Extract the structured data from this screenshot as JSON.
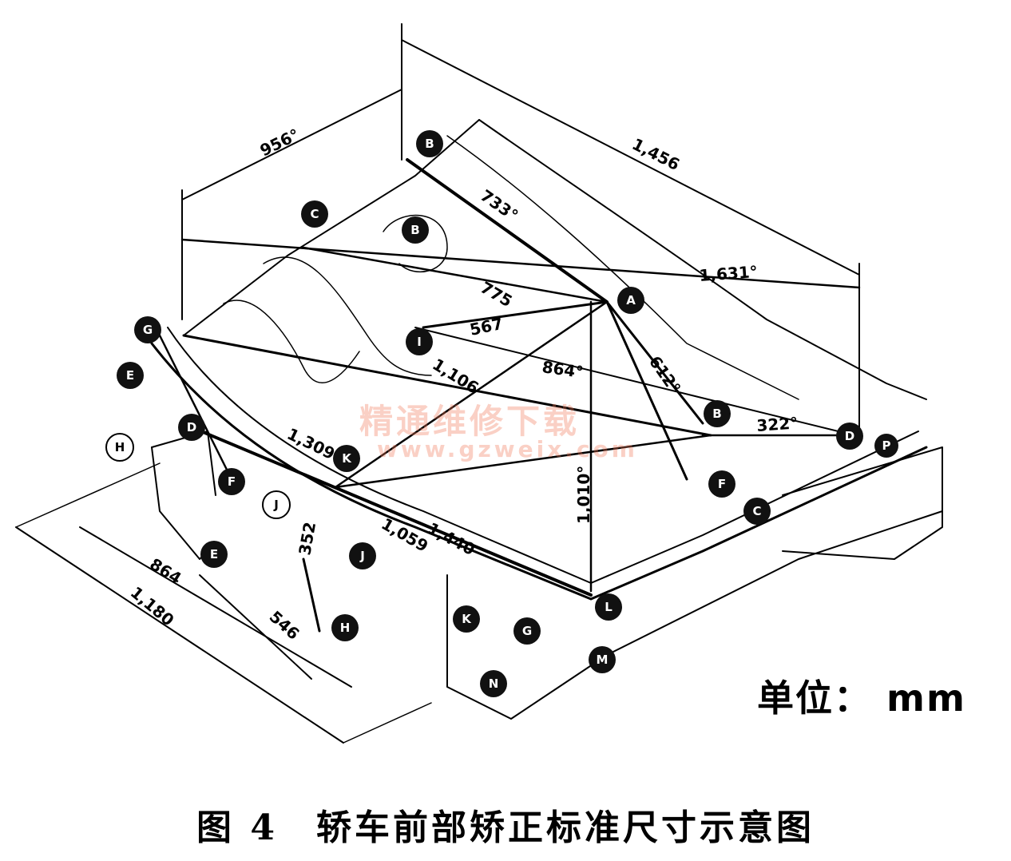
{
  "figure": {
    "caption": "图 4　轿车前部矫正标准尺寸示意图",
    "unit_label": "单位： mm",
    "watermark": "精通维修下载",
    "watermark_url": "www.gzweix.com"
  },
  "dimensions": [
    {
      "id": "d1",
      "text": "956°"
    },
    {
      "id": "d2",
      "text": "1,456"
    },
    {
      "id": "d3",
      "text": "733°"
    },
    {
      "id": "d4",
      "text": "1,631°"
    },
    {
      "id": "d5",
      "text": "775"
    },
    {
      "id": "d6",
      "text": "567"
    },
    {
      "id": "d7",
      "text": "1,106"
    },
    {
      "id": "d8",
      "text": "864°"
    },
    {
      "id": "d9",
      "text": "612°"
    },
    {
      "id": "d10",
      "text": "322°"
    },
    {
      "id": "d11",
      "text": "1,309"
    },
    {
      "id": "d12",
      "text": "1,010°"
    },
    {
      "id": "d13",
      "text": "1,440"
    },
    {
      "id": "d14",
      "text": "1,059"
    },
    {
      "id": "d15",
      "text": "864"
    },
    {
      "id": "d16",
      "text": "1,180"
    },
    {
      "id": "d17",
      "text": "546"
    },
    {
      "id": "d18",
      "text": "352"
    }
  ],
  "points": [
    {
      "id": "p1",
      "label": "B"
    },
    {
      "id": "p2",
      "label": "C"
    },
    {
      "id": "p3",
      "label": "B"
    },
    {
      "id": "p4",
      "label": "A"
    },
    {
      "id": "p5",
      "label": "G"
    },
    {
      "id": "p6",
      "label": "E"
    },
    {
      "id": "p7",
      "label": "I"
    },
    {
      "id": "p8",
      "label": "D"
    },
    {
      "id": "p9",
      "label": "H"
    },
    {
      "id": "p10",
      "label": "K"
    },
    {
      "id": "p11",
      "label": "F"
    },
    {
      "id": "p12",
      "label": "J"
    },
    {
      "id": "p13",
      "label": "B"
    },
    {
      "id": "p14",
      "label": "J"
    },
    {
      "id": "p15",
      "label": "D"
    },
    {
      "id": "p16",
      "label": "E"
    },
    {
      "id": "p17",
      "label": "F"
    },
    {
      "id": "p18",
      "label": "C"
    },
    {
      "id": "p19",
      "label": "K"
    },
    {
      "id": "p20",
      "label": "G"
    },
    {
      "id": "p21",
      "label": "N"
    },
    {
      "id": "p22",
      "label": "M"
    },
    {
      "id": "p23",
      "label": "L"
    },
    {
      "id": "p24",
      "label": "P"
    },
    {
      "id": "p25",
      "label": "H"
    }
  ]
}
